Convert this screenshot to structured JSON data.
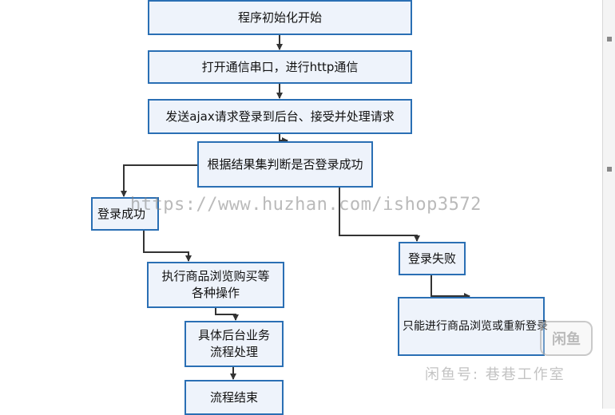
{
  "flowchart": {
    "nodes": {
      "init": "程序初始化开始",
      "open_serial": "打开通信串口，进行http通信",
      "send_ajax": "发送ajax请求登录到后台、接受并处理请求",
      "judge": "根据结果集判断是否登录成功",
      "login_success": "登录成功",
      "login_fail": "登录失败",
      "browse_buy": "执行商品浏览购买等各种操作",
      "backend_flow": "具体后台业务流程处理",
      "browse_or_relogin": "只能进行商品浏览或重新登录",
      "end": "流程结束"
    },
    "edges": [
      [
        "init",
        "open_serial"
      ],
      [
        "open_serial",
        "send_ajax"
      ],
      [
        "send_ajax",
        "judge"
      ],
      [
        "judge",
        "login_success"
      ],
      [
        "judge",
        "login_fail"
      ],
      [
        "login_success",
        "browse_buy"
      ],
      [
        "browse_buy",
        "backend_flow"
      ],
      [
        "backend_flow",
        "end"
      ],
      [
        "login_fail",
        "browse_or_relogin"
      ]
    ]
  },
  "watermark": {
    "url_text": "https://www.huzhan.com/ishop3572",
    "brand_logo": "闲鱼",
    "brand_text": "闲鱼号: 巷巷工作室"
  },
  "colors": {
    "box_fill": "#eef3fb",
    "box_border": "#2a6fb4",
    "connector": "#333333"
  }
}
